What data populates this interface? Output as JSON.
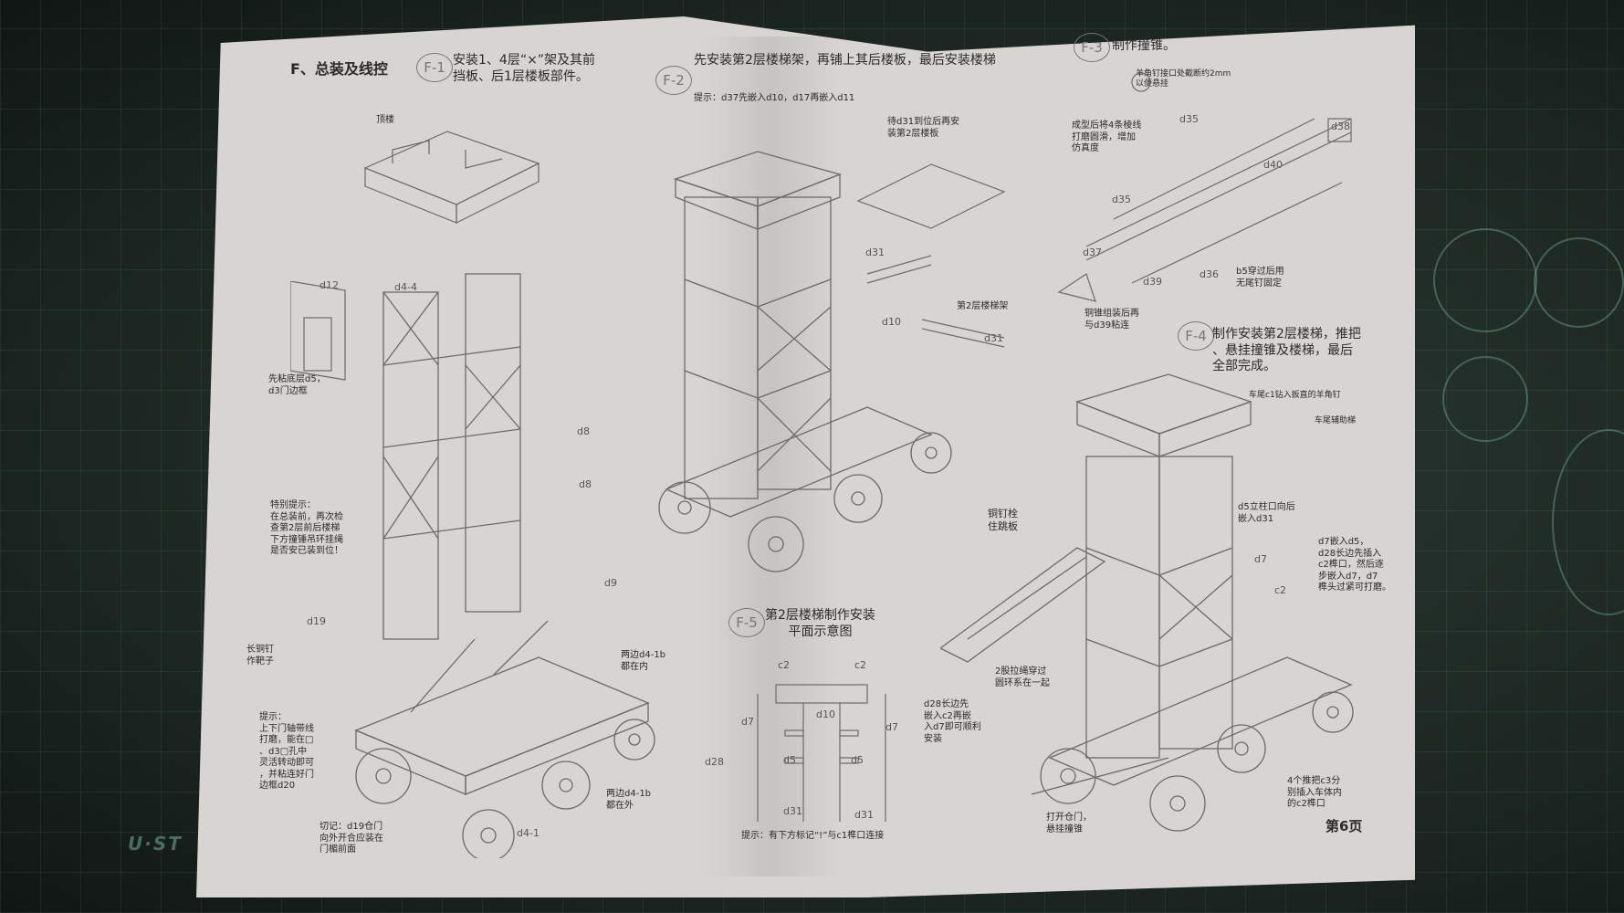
{
  "mat": {
    "logo_text": "U·ST"
  },
  "page": {
    "section_title": "F、总装及线控",
    "page_number": "第6页"
  },
  "steps": {
    "f1": {
      "badge": "F-1",
      "text": "安装1、4层“×”架及其前\n挡板、后1层楼板部件。"
    },
    "f2": {
      "badge": "F-2",
      "text": "先安装第2层楼梯架，再铺上其后楼板，最后安装楼梯",
      "tip": "提示：d37先嵌入d10，d17再嵌入d11"
    },
    "f3": {
      "badge": "F-3",
      "text": "制作撞锥。"
    },
    "f4": {
      "badge": "F-4",
      "text": "制作安装第2层楼梯，推把\n、悬挂撞锥及楼梯，最后\n全部完成。"
    },
    "f5": {
      "badge": "F-5",
      "text": "第2层楼梯制作安装\n平面示意图"
    }
  },
  "notes": {
    "top_floor": "顶楼",
    "special_tip": "特别提示：\n在总装前，再次检\n查第2层前后楼梯\n下方撞锤吊环挂绳\n是否安已装到位！",
    "front_door": "先粘底层d5，\nd3门边框",
    "long_nail": "长铜钉\n作靶子",
    "tip_door": "提示：\n上下门轴带线\n打磨，能在□\n、d3□孔中\n灵活转动即可\n，并粘连好门\n边框d20",
    "door_note": "切记：d19仓门\n向外开合应装在\n门楣前面",
    "both_in": "两边d4-1b\n都在内",
    "both_out": "两边d4-1b\n都在外",
    "d31_note": "待d31到位后再安\n装第2层楼板",
    "stair_frame": "第2层楼梯架",
    "angle_nail": "羊角钉接口处截断约2mm\n以便悬挂",
    "polish": "成型后将4条棱线\n打磨圆滑，增加\n仿真度",
    "copper_cone": "铜锥组装后再\n与d39粘连",
    "b5_note": "b5穿过后用\n无尾钉固定",
    "tail_nail": "车尾c1钻入扳直的羊角钉",
    "tail_aux": "车尾辅助梯",
    "copper_pin": "铜钉栓\n住跳板",
    "d5_note": "d5立柱口向后\n嵌入d31",
    "d7_note": "d7嵌入d5，\nd28长边先插入\nc2榫口，然后逐\n步嵌入d7，d7\n榫头过紧可打磨。",
    "rope": "2股拉绳穿过\n圆环系在一起",
    "open_door": "打开仓门，\n悬挂撞锥",
    "four_push": "4个推把c3分\n别插入车体内\n的c2榫口",
    "d28_note": "d28长边先\n嵌入c2再嵌\n入d7即可顺利\n安装",
    "bottom_tip": "提示：有下方标记“!”与c1榫口连接"
  },
  "parts": {
    "d12": "d12",
    "d4_4": "d4-4",
    "d8a": "d8",
    "d8b": "d8",
    "d9": "d9",
    "d19": "d19",
    "d4_1": "d4-1",
    "d31a": "d31",
    "d10": "d10",
    "d31b": "d31",
    "d35a": "d35",
    "d35b": "d35",
    "d38": "d38",
    "d40": "d40",
    "d37": "d37",
    "d39": "d39",
    "d36": "d36",
    "c2a": "c2",
    "c2b": "c2",
    "d7a": "d7",
    "d7b": "d7",
    "d28": "d28",
    "d5a": "d5",
    "d5b": "d5",
    "d31c": "d31",
    "d31d": "d31",
    "d10b": "d10",
    "d7c": "d7",
    "c2c": "c2"
  }
}
